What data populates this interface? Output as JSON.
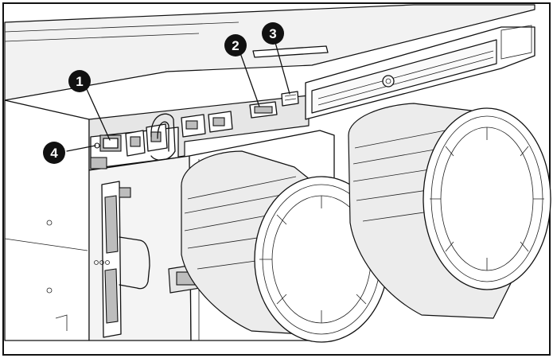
{
  "callouts": [
    {
      "number": "1",
      "part": "port-1"
    },
    {
      "number": "2",
      "part": "port-2"
    },
    {
      "number": "3",
      "part": "port-3"
    },
    {
      "number": "4",
      "part": "led-4"
    }
  ],
  "colors": {
    "line": "#111111",
    "callout_fill": "#111111",
    "panel_fill": "#e6e6e6",
    "background": "#ffffff"
  }
}
